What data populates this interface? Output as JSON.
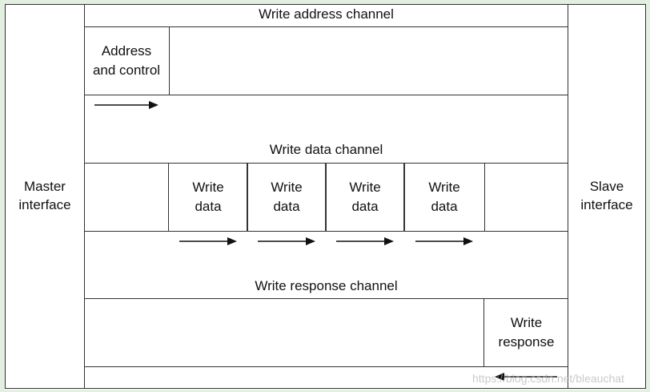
{
  "master": {
    "label": "Master\ninterface"
  },
  "slave": {
    "label": "Slave\ninterface"
  },
  "channels": {
    "write_address": {
      "title": "Write address channel",
      "cell": "Address\nand control"
    },
    "write_data": {
      "title": "Write data channel",
      "cells": [
        "Write\ndata",
        "Write\ndata",
        "Write\ndata",
        "Write\ndata"
      ]
    },
    "write_response": {
      "title": "Write response channel",
      "cell": "Write\nresponse"
    }
  },
  "watermark": "https://blog.csdn.net/bleauchat",
  "colors": {
    "background": "#e3efe1",
    "line": "#333333",
    "fill": "#ffffff"
  }
}
